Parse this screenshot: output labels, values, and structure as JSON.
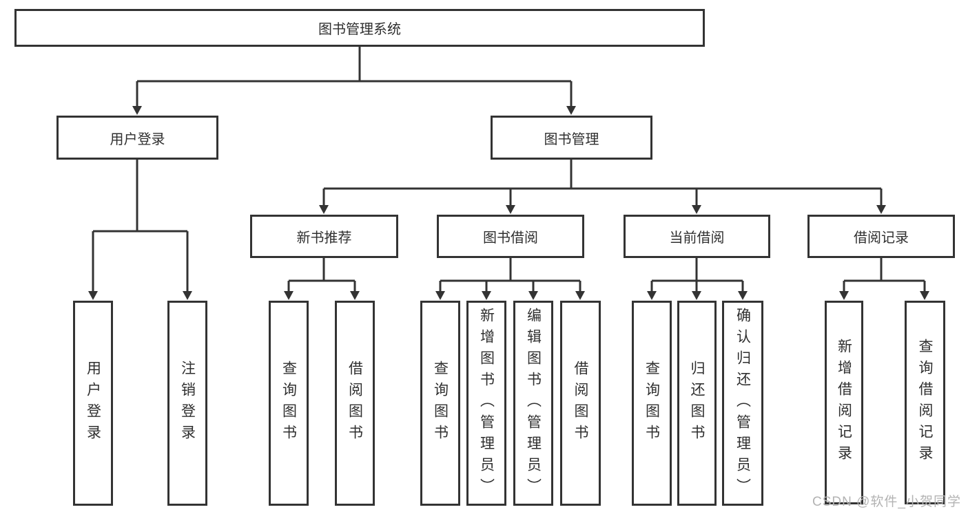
{
  "diagram_title": "图书管理系统",
  "tree": {
    "label": "图书管理系统",
    "children": [
      {
        "label": "用户登录",
        "children": [
          {
            "label": "用户登录"
          },
          {
            "label": "注销登录"
          }
        ]
      },
      {
        "label": "图书管理",
        "children": [
          {
            "label": "新书推荐",
            "children": [
              {
                "label": "查询图书"
              },
              {
                "label": "借阅图书"
              }
            ]
          },
          {
            "label": "图书借阅",
            "children": [
              {
                "label": "查询图书"
              },
              {
                "label": "新增图书（管理员）"
              },
              {
                "label": "编辑图书（管理员）"
              },
              {
                "label": "借阅图书"
              }
            ]
          },
          {
            "label": "当前借阅",
            "children": [
              {
                "label": "查询图书"
              },
              {
                "label": "归还图书"
              },
              {
                "label": "确认归还（管理员）"
              }
            ]
          },
          {
            "label": "借阅记录",
            "children": [
              {
                "label": "新增借阅记录"
              },
              {
                "label": "查询借阅记录"
              }
            ]
          }
        ]
      }
    ]
  },
  "watermark": {
    "text": "CSDN @软件_小贺同学"
  },
  "colors": {
    "line": "#333333",
    "box_border": "#333333",
    "box_background": "#ffffff",
    "text": "#2f2f2f",
    "watermark": "#b3b3b3"
  }
}
